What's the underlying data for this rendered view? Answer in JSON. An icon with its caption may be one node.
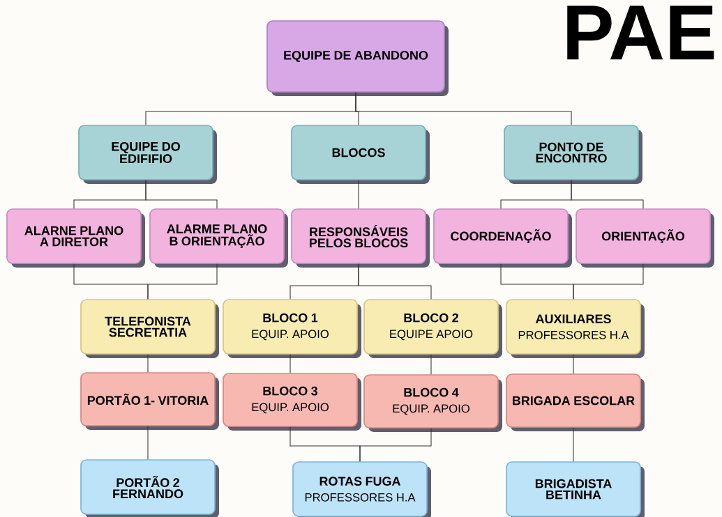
{
  "diagram": {
    "nodes": [
      {
        "text": [
          "EQUIPE DE ABANDONO"
        ]
      },
      {
        "text": [
          "EQUIPE DO EDIFIFIO"
        ]
      },
      {
        "text": [
          "BLOCOS"
        ]
      },
      {
        "text": [
          "PONTO DE ENCONTRO"
        ]
      },
      {
        "text": [
          "ALARNE PLANO A DIRETOR"
        ]
      },
      {
        "text": [
          "ALARME PLANO B ORIENTAÇÃO"
        ]
      },
      {
        "text": [
          "RESPONSÁVEIS PELOS BLOCOS"
        ]
      },
      {
        "text": [
          "COORDENAÇÃO"
        ]
      },
      {
        "text": [
          "ORIENTAÇÃO"
        ]
      },
      {
        "text": [
          "TELEFONISTA SECRETATIA"
        ]
      },
      {
        "text": [
          "BLOCO 1",
          "EQUIP. APOIO"
        ]
      },
      {
        "text": [
          "BLOCO 2",
          "EQUIPE APOIO"
        ]
      },
      {
        "text": [
          "AUXILIARES",
          "PROFESSORES H.A"
        ]
      },
      {
        "text": [
          "PORTÃO 1- VITORIA"
        ]
      },
      {
        "text": [
          "BLOCO 3",
          "EQUIP. APOIO"
        ]
      },
      {
        "text": [
          "BLOCO 4",
          "EQUIP. APOIO"
        ]
      },
      {
        "text": [
          "BRIGADA ESCOLAR"
        ]
      },
      {
        "text": [
          "PORTÃO 2 FERNANDO"
        ]
      },
      {
        "text": [
          "ROTAS FUGA",
          "PROFESSORES  H.A"
        ]
      },
      {
        "text": [
          "BRIGADISTA BETINHA"
        ]
      }
    ],
    "edges": [
      {
        "from": 0,
        "to": 1,
        "arrow": "none"
      },
      {
        "from": 0,
        "to": 2,
        "arrow": "none"
      },
      {
        "from": 0,
        "to": 3,
        "arrow": "none"
      },
      {
        "from": 1,
        "to": 4,
        "arrow": "none"
      },
      {
        "from": 1,
        "to": 5,
        "arrow": "none"
      },
      {
        "from": 2,
        "to": 6,
        "arrow": "none"
      },
      {
        "from": 3,
        "to": 7,
        "arrow": "none"
      },
      {
        "from": 3,
        "to": 8,
        "arrow": "none"
      },
      {
        "from": 4,
        "to": 9,
        "arrow": "none"
      },
      {
        "from": 5,
        "to": 9,
        "arrow": "none"
      },
      {
        "from": 6,
        "to": 10,
        "arrow": "none"
      },
      {
        "from": 6,
        "to": 11,
        "arrow": "none"
      },
      {
        "from": 7,
        "to": 12,
        "arrow": "none"
      },
      {
        "from": 8,
        "to": 12,
        "arrow": "none"
      },
      {
        "from": 9,
        "to": 13,
        "arrow": "none"
      },
      {
        "from": 10,
        "to": 14,
        "arrow": "none"
      },
      {
        "from": 11,
        "to": 15,
        "arrow": "none"
      },
      {
        "from": 12,
        "to": 16,
        "arrow": "none"
      },
      {
        "from": 13,
        "to": 17,
        "arrow": "none"
      },
      {
        "from": 14,
        "to": 18,
        "arrow": "none"
      },
      {
        "from": 15,
        "to": 18,
        "arrow": "none"
      },
      {
        "from": 16,
        "to": 19,
        "arrow": "none"
      }
    ],
    "labels": [
      "PAE"
    ]
  }
}
